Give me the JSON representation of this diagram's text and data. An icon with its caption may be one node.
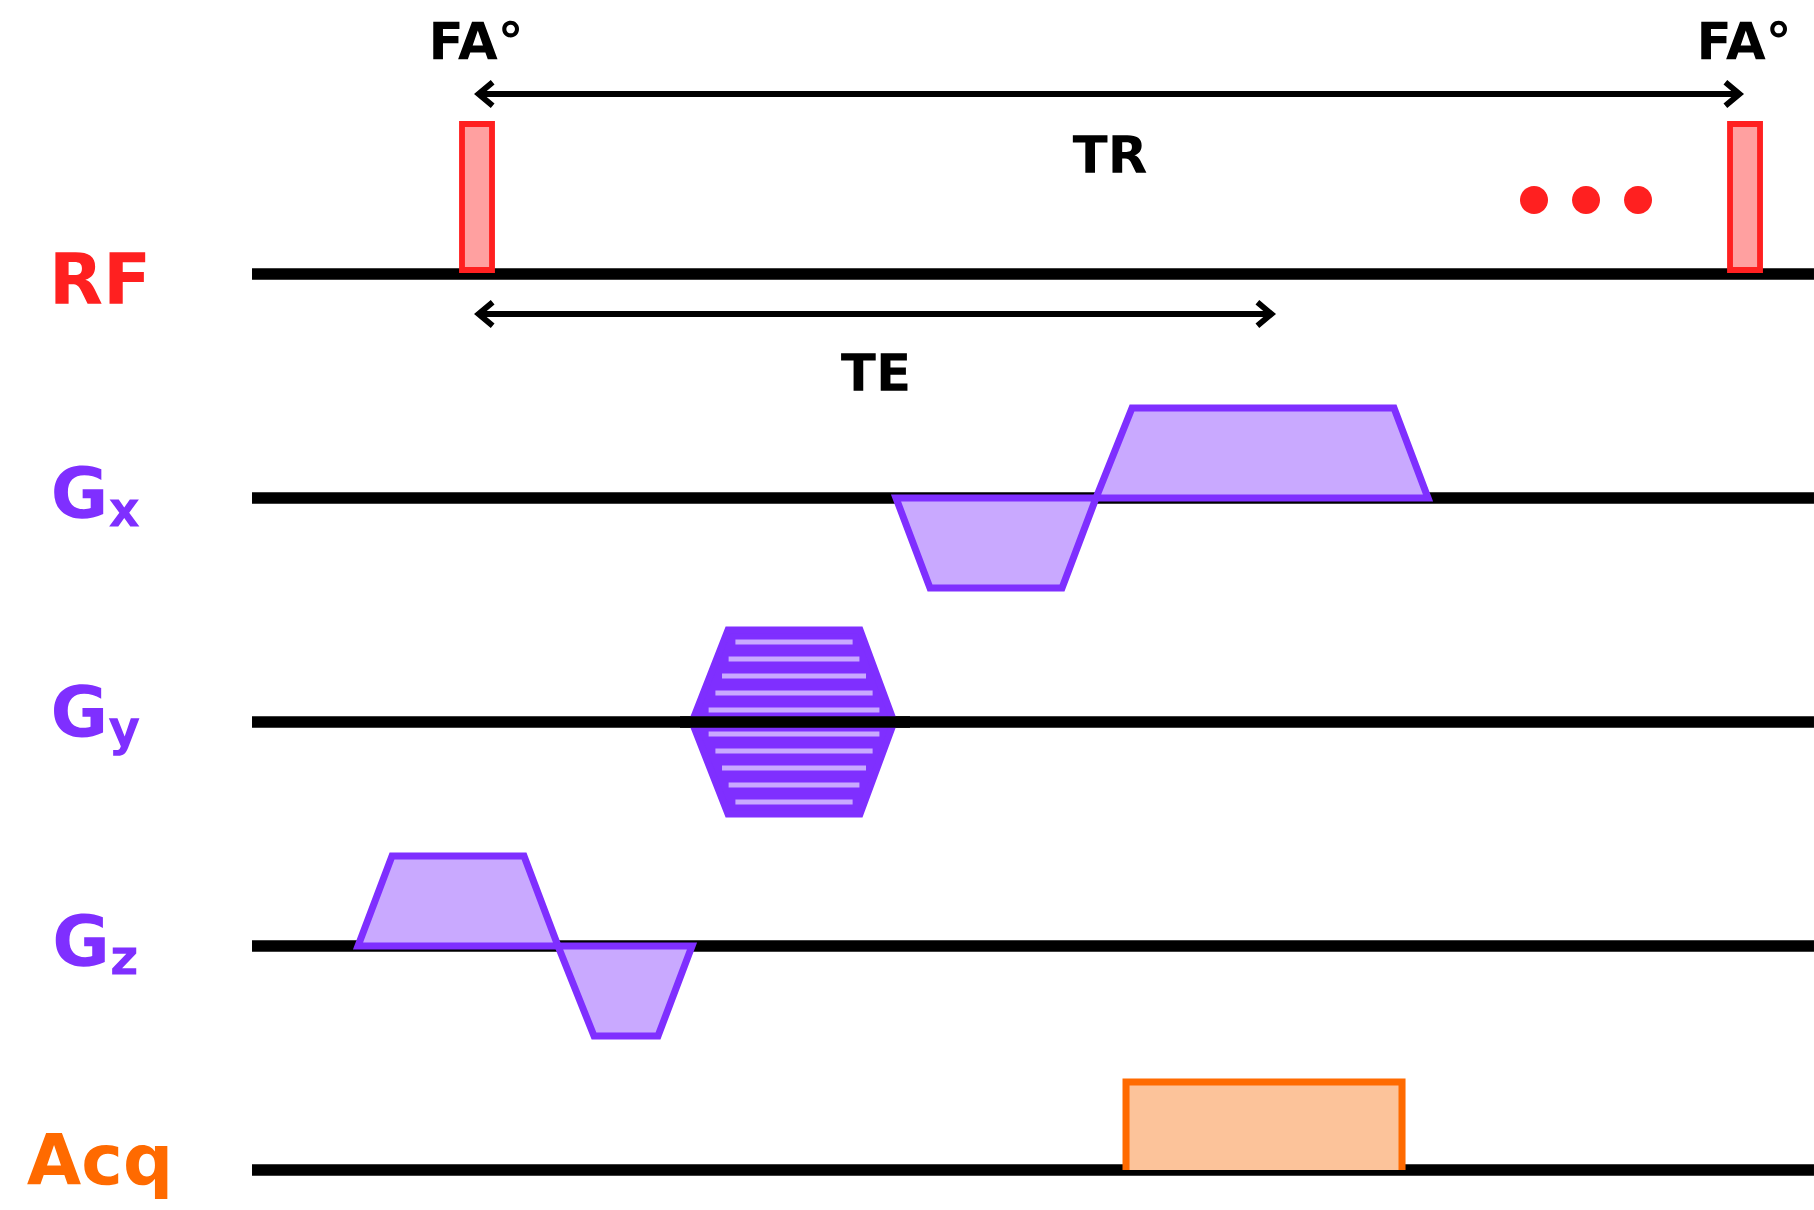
{
  "diagram": {
    "labels": [
      "FA°",
      "FA°",
      "TR",
      "RF",
      "TE",
      "G$_{x}$",
      "G$_{y}$",
      "G$_{z}$",
      "Acq"
    ]
  }
}
